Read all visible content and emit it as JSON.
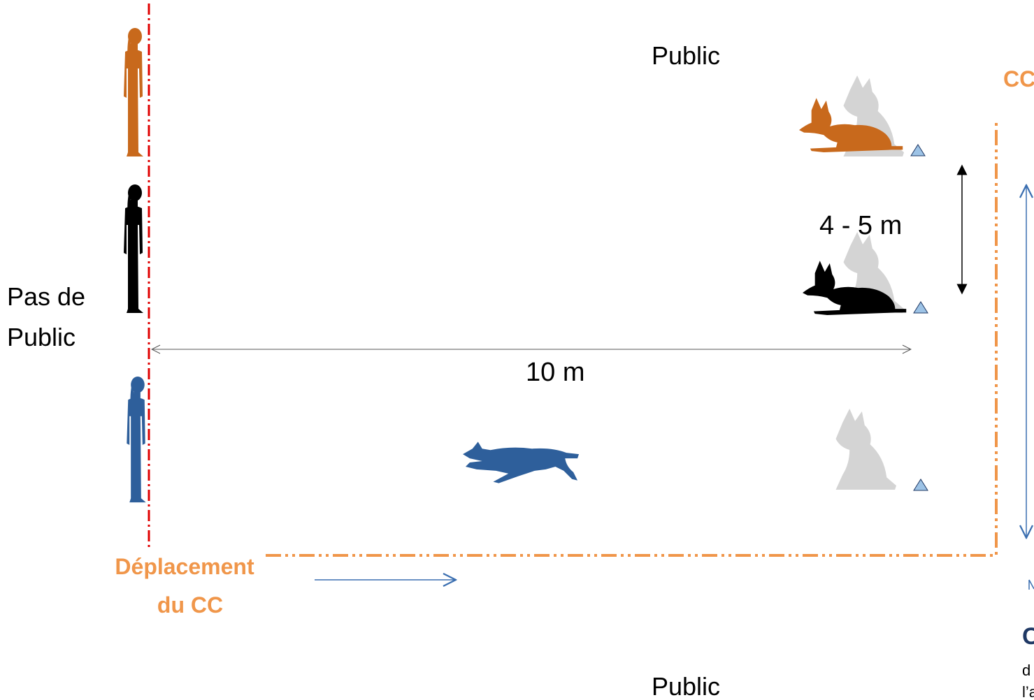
{
  "labels": {
    "public_top": "Public",
    "public_bottom": "Public",
    "no_public_line1": "Pas de",
    "no_public_line2": "Public",
    "distance_main": "10 m",
    "distance_side": "4 - 5 m",
    "cc_move_line1": "Déplacement",
    "cc_move_line2": "du CC",
    "cc_corner": "CC",
    "cut_heading": "C",
    "cut_line1": "d",
    "cut_line2": "l’a"
  },
  "colors": {
    "orange_figure": "#c8691c",
    "black_figure": "#000000",
    "blue_figure": "#2e5f9b",
    "ghost_dog": "#d4d4d4",
    "cc_orange": "#f0964a",
    "red_line": "#e00000",
    "marker": "#9dc3e6",
    "arrow_blue": "#3a6eb0",
    "navy": "#1f3864"
  },
  "icons": [
    "woman-silhouette-icon",
    "man-silhouette-icon",
    "lying-dog-icon",
    "running-dog-icon",
    "cone-marker-icon"
  ]
}
